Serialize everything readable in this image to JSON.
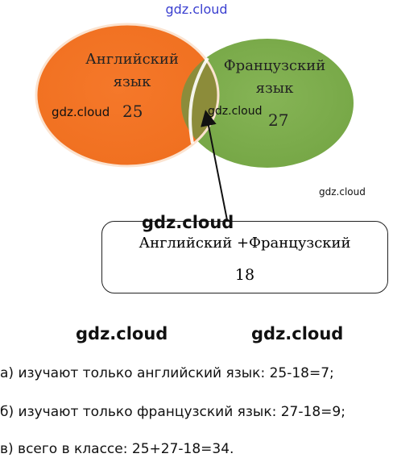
{
  "watermarks": [
    "gdz.cloud",
    "gdz.cloud",
    "gdz.cloud",
    "gdz.cloud",
    "gdz.cloud",
    "gdz.cloud",
    "gdz.cloud"
  ],
  "sets": {
    "english": {
      "label_line1": "Английский",
      "label_line2": "язык",
      "value": "25",
      "color": "#f5782a"
    },
    "french": {
      "label_line1": "Французский",
      "label_line2": "язык",
      "value": "27",
      "color": "#7eae4e"
    }
  },
  "overlap_color": "#8c8c3a",
  "intersection": {
    "label": "Английский +Французский",
    "value": "18"
  },
  "answers": [
    "а) изучают только английский язык: 25-18=7;",
    "б) изучают только французский язык: 27-18=9;",
    "в) всего в классе: 25+27-18=34."
  ]
}
